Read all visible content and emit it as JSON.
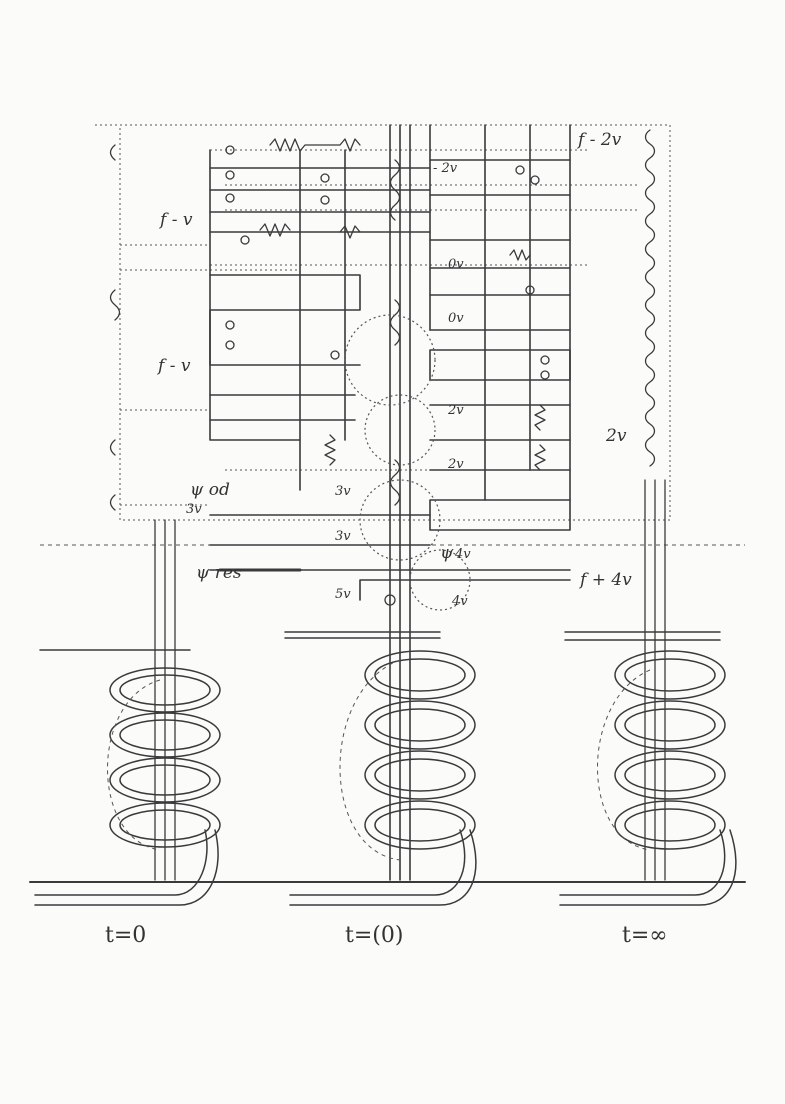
{
  "diagram": {
    "labels": {
      "f_minus_2v": "f - 2v",
      "f_minus_v_top": "f - v",
      "f_minus_v_mid": "f - v",
      "minus_2v": "- 2v",
      "zero_v_a": "0v",
      "zero_v_b": "0v",
      "two_v_a": "2v",
      "two_v_b": "2v",
      "two_v_right": "2v",
      "three_v_a": "3v",
      "three_v_b": "3v",
      "three_v_c": "3v",
      "five_v": "5v",
      "four_v_a": "4v",
      "four_v_b": "4v",
      "f_plus_4v": "f + 4v",
      "psi_od": "ψ od",
      "psi_res": "ψ res",
      "psi_4": "ψ"
    },
    "time_labels": {
      "t0": "t=0",
      "t_paren0": "t=(0)",
      "t_inf": "t=∞"
    }
  }
}
